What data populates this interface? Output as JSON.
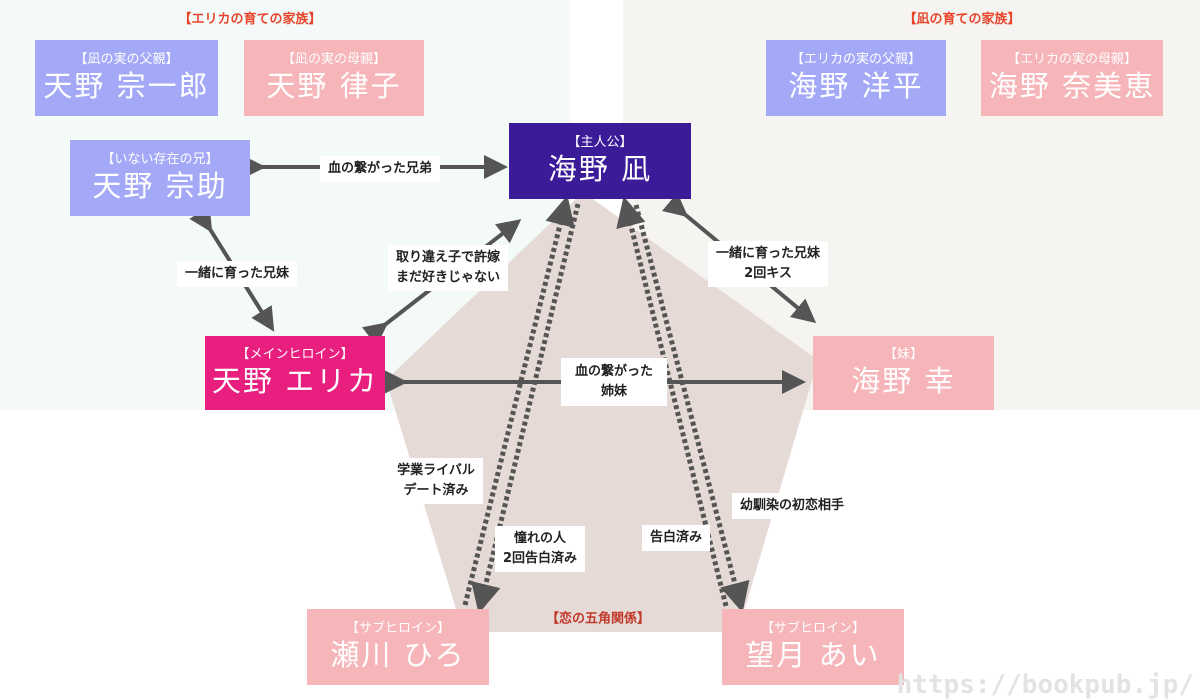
{
  "colors": {
    "blue_box": "#a3a9f7",
    "pink_box": "#f5b5b9",
    "protagonist": "#3c1b99",
    "heroine": "#e81f7e",
    "arrow": "#555555",
    "pentagon": "#e6dad6",
    "group_title": "#e8452c",
    "love_title": "#c0392b"
  },
  "regions": {
    "erika_family": "【エリカの育ての家族】",
    "nagi_family": "【凪の育ての家族】"
  },
  "people": {
    "souichiro": {
      "role": "【凪の実の父親】",
      "name": "天野 宗一郎"
    },
    "ritsuko": {
      "role": "【凪の実の母親】",
      "name": "天野 律子"
    },
    "yohei": {
      "role": "【エリカの実の父親】",
      "name": "海野 洋平"
    },
    "namie": {
      "role": "【エリカの実の母親】",
      "name": "海野 奈美恵"
    },
    "sousuke": {
      "role": "【いない存在の兄】",
      "name": "天野 宗助"
    },
    "nagi": {
      "role": "【主人公】",
      "name": "海野 凪"
    },
    "erika": {
      "role": "【メインヒロイン】",
      "name": "天野 エリカ"
    },
    "sachi": {
      "role": "【妹】",
      "name": "海野 幸"
    },
    "hiro": {
      "role": "【サブヒロイン】",
      "name": "瀬川 ひろ"
    },
    "ai": {
      "role": "【サブヒロイン】",
      "name": "望月 あい"
    }
  },
  "relations": {
    "sousuke_nagi": "血の繋がった兄弟",
    "sousuke_erika": "一緒に育った兄妹",
    "erika_nagi_1": "取り違え子で許嫁",
    "erika_nagi_2": "まだ好きじゃない",
    "nagi_sachi_1": "一緒に育った兄妹",
    "nagi_sachi_2": "2回キス",
    "erika_sachi_1": "血の繋がった",
    "erika_sachi_2": "姉妹",
    "hiro_nagi_a_1": "学業ライバル",
    "hiro_nagi_a_2": "デート済み",
    "hiro_nagi_b_1": "憧れの人",
    "hiro_nagi_b_2": "2回告白済み",
    "ai_nagi_a": "告白済み",
    "ai_nagi_b": "幼馴染の初恋相手"
  },
  "love_title": "【恋の五角関係】",
  "watermark": "https://bookpub.jp/"
}
